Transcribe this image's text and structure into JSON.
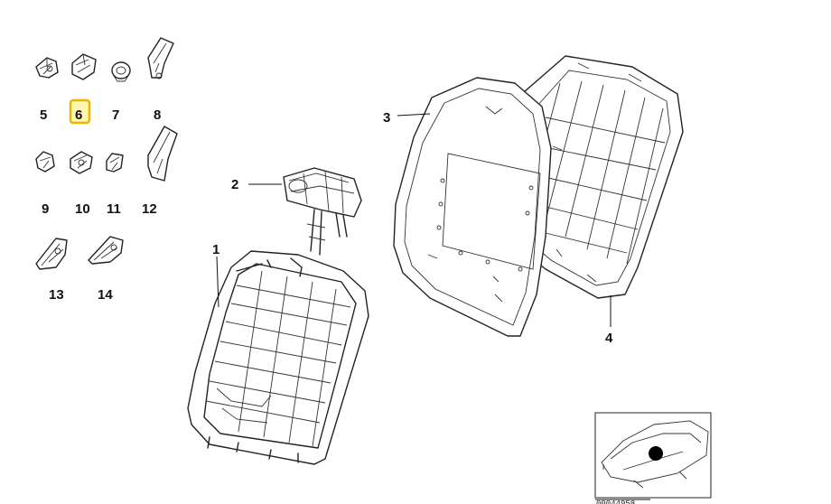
{
  "labels": {
    "p1": "1",
    "p2": "2",
    "p3": "3",
    "p4": "4",
    "p5": "5",
    "p6": "6",
    "p7": "7",
    "p8": "8",
    "p9": "9",
    "p10": "10",
    "p11": "11",
    "p12": "12",
    "p13": "13",
    "p14": "14"
  },
  "highlighted_part": "6",
  "highlight_color": "#e8b800",
  "thumbnail": {
    "ref": "00044958"
  }
}
